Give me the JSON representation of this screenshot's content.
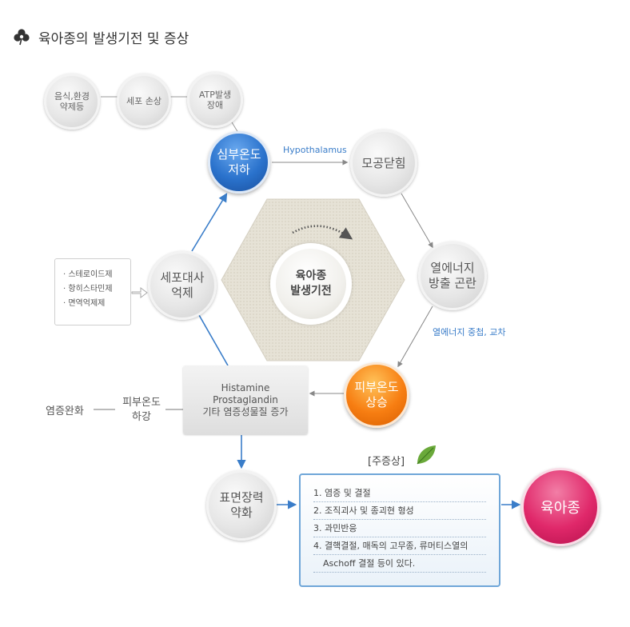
{
  "title": "육아종의 발생기전 및 증상",
  "icons": {
    "title_icon": "clover-icon",
    "leaf_icon": "leaf-icon"
  },
  "colors": {
    "blue_node": "#2a72cc",
    "orange_node": "#f77e12",
    "pink_node": "#e0286a",
    "arrow_blue": "#3a7dc9",
    "arrow_gray": "#888888"
  },
  "nodes": {
    "food_env": [
      "음식,환경",
      "약제등"
    ],
    "cell_damage": [
      "세포 손상"
    ],
    "atp": [
      "ATP발생",
      "장애"
    ],
    "core_temp_drop": [
      "심부온도",
      "저하"
    ],
    "pore_close": [
      "모공닫힘"
    ],
    "heat_release": [
      "열에너지",
      "방출 곤란"
    ],
    "skin_temp_rise": [
      "피부온도",
      "상승"
    ],
    "cell_metabolism": [
      "세포대사",
      "억제"
    ],
    "surface_tension": [
      "표면장력",
      "약화"
    ],
    "center": [
      "육아종",
      "발생기전"
    ],
    "granuloma": "육아종"
  },
  "labels": {
    "hypothalamus": "Hypothalamus",
    "heat_overlap": "열에너지 중첩, 교차",
    "inflammation_relief": "염증완화",
    "skin_temp_fall": [
      "피부온도",
      "하강"
    ]
  },
  "inhibitors": [
    "· 스테로이드제",
    "· 항히스타민제",
    "· 면역억제제"
  ],
  "mediator_box": [
    "Histamine",
    "Prostaglandin",
    "기타 염증성물질 증가"
  ],
  "symptoms": {
    "title": "[주증상]",
    "items": [
      "1. 염증 및 결절",
      "2. 조직괴사 및 종괴현 형성",
      "3. 과민반응",
      "4. 결핵결절, 매독의 고무종, 류머티스열의",
      "Aschoff 결절 등이 있다."
    ]
  }
}
